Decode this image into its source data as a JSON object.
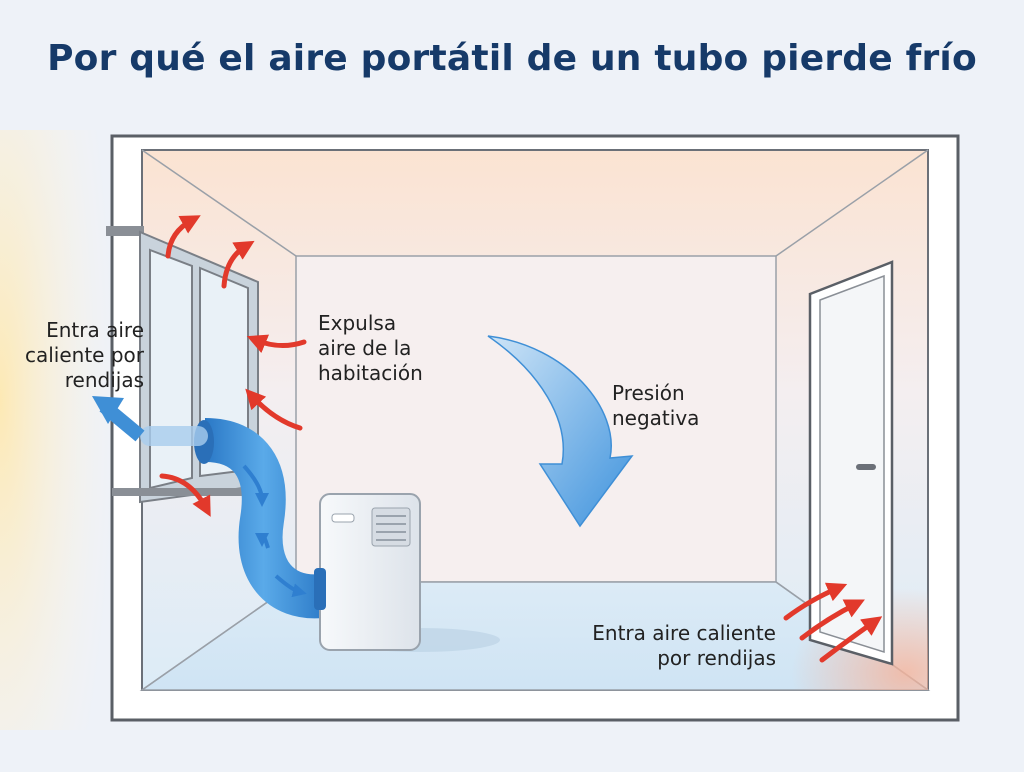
{
  "title": "Por qué el aire portátil de un tubo pierde frío",
  "labels": {
    "left_inflow": [
      "Entra aire",
      "caliente por",
      "rendijas"
    ],
    "exhaust": [
      "Expulsa",
      "aire de la",
      "habitación"
    ],
    "pressure": [
      "Presión",
      "negativa"
    ],
    "right_inflow": [
      "Entra aire caliente",
      "por rendijas"
    ]
  },
  "colors": {
    "title": "#163a69",
    "warm_arrow": "#e2392b",
    "cool_arrow": "#4a9be0",
    "duct": "#3d8fd6",
    "wall": "#5a5f66"
  }
}
